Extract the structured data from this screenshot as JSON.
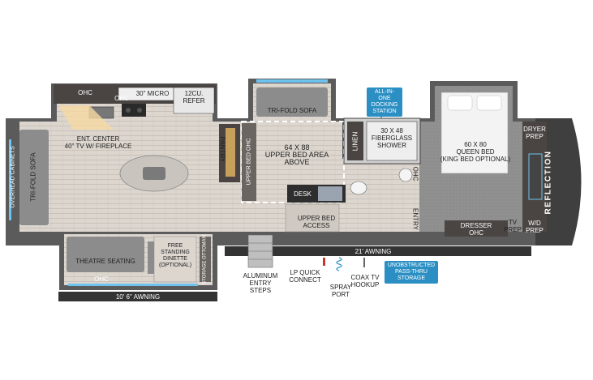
{
  "labels": {
    "ohc_top_left": "OHC",
    "ohc_micro": "OHC",
    "micro": "30\" MICRO",
    "refer": "12CU.\nREFER",
    "ent_center": "ENT. CENTER\n40\" TV w/ FIREPLACE",
    "pantry": "PANTRY",
    "tri_fold_sofa_left": "TRI-FOLD SOFA",
    "overhead_cabinets": "OVERHEAD CABINETS",
    "tri_fold_sofa_top": "TRI-FOLD SOFA",
    "upper_bed_area": "64 x 88\nUPPER BED AREA\nABOVE",
    "upper_bed_ohc": "UPPER BED OHC",
    "desk": "DESK",
    "upper_bed_access": "UPPER BED\nACCESS",
    "linen": "LINEN",
    "shower": "30 x 48\nFIBERGLASS\nSHOWER",
    "ohc_bath": "OHC",
    "entry": "ENTRY",
    "queen_bed": "60 x 80\nQUEEN BED\n(KING BED OPTIONAL)",
    "dryer_prep": "DRYER\nPREP",
    "wd_prep": "W/D\nPREP",
    "tv_prep": "TV\nPREP",
    "dresser": "DRESSER\nOHC",
    "theatre_seating": "THEATRE SEATING",
    "ohc_bottom": "OHC",
    "dinette": "FREE\nSTANDING\nDINETTE\n(OPTIONAL)",
    "storage_ottoman": "STORAGE OTTOMAN",
    "awning_left": "10' 6\" AWNING",
    "awning_right": "21' AWNING",
    "entry_steps": "ALUMINUM\nENTRY\nSTEPS",
    "lp_quick": "LP QUICK\nCONNECT",
    "spray_port": "SPRAY\nPORT",
    "coax": "COAX TV\nHOOKUP",
    "docking_station": "ALL-IN-ONE\nDOCKING\nSTATION",
    "pass_thru": "UNOBSTRUCTED\nPASS-THRU\nSTORAGE",
    "brand": "REFLECTION"
  },
  "colors": {
    "wall": "#5b5b5b",
    "floor": "#d9d3cb",
    "carpet": "#8f8f8f",
    "accent_blue": "#2b8fc4",
    "cabinet": "#4a4542"
  }
}
